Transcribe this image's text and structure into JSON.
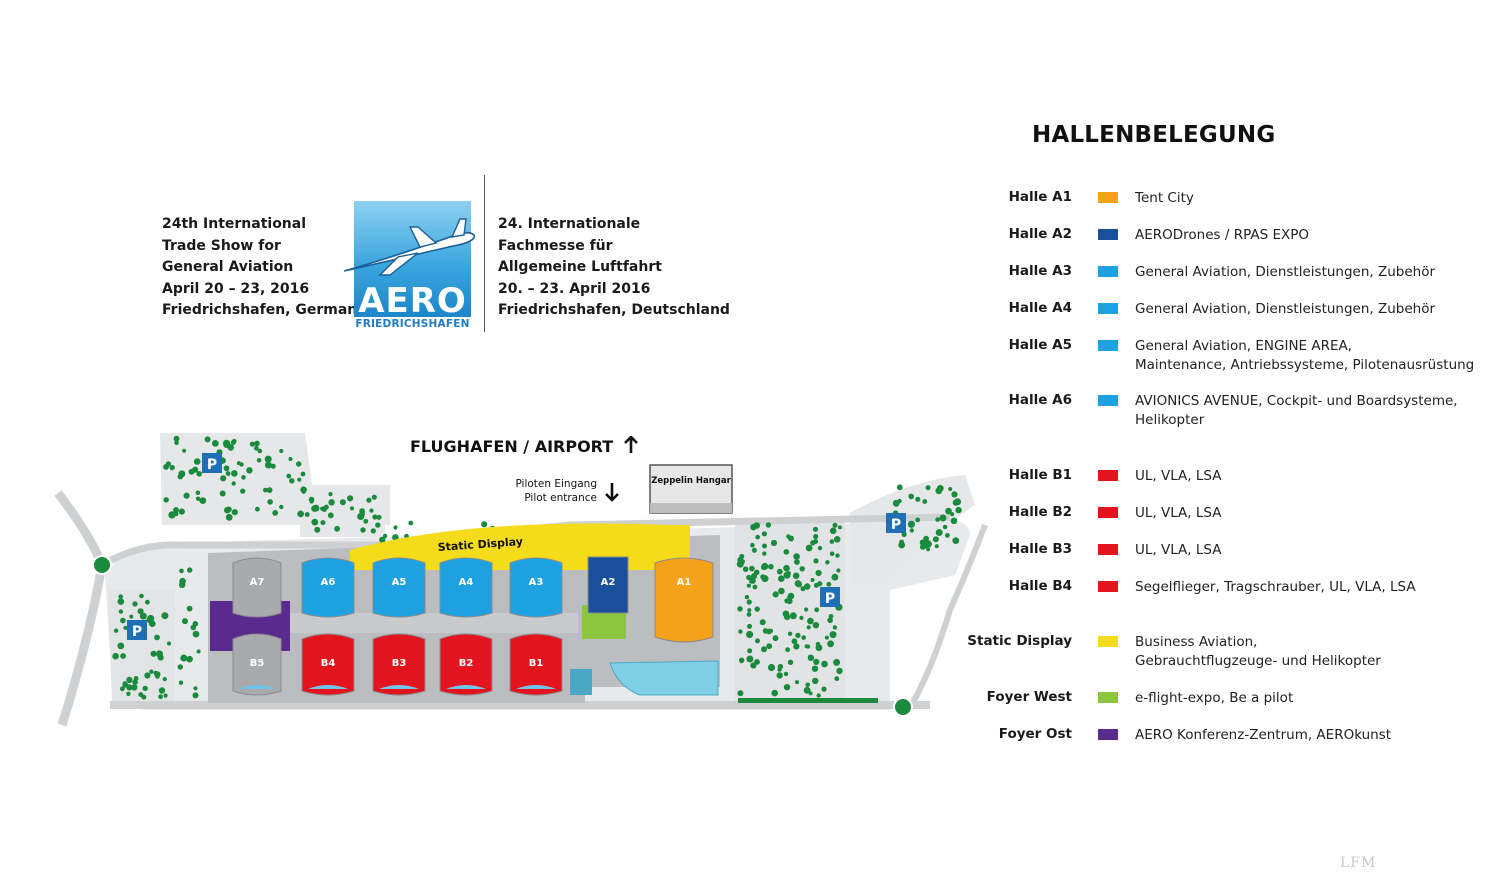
{
  "header": {
    "english_lines": [
      "24th International",
      "Trade Show for",
      "General Aviation",
      "April 20 – 23, 2016",
      "Friedrichshafen, Germany"
    ],
    "german_lines": [
      "24. Internationale",
      "Fachmesse für",
      "Allgemeine Luftfahrt",
      "20. – 23. April 2016",
      "Friedrichshafen, Deutschland"
    ],
    "logo_word": "AERO",
    "logo_sub": "FRIEDRICHSHAFEN"
  },
  "map": {
    "airport_label": "FLUGHAFEN / AIRPORT",
    "pilot_entrance_lines": [
      "Piloten Eingang",
      "Pilot entrance"
    ],
    "zeppelin_hangar": "Zeppelin Hangar",
    "static_display": "Static Display",
    "parking_label": "P",
    "halls_top": [
      "A7",
      "A6",
      "A5",
      "A4",
      "A3",
      "A2",
      "A1"
    ],
    "halls_bottom": [
      "B5",
      "B4",
      "B3",
      "B2",
      "B1"
    ]
  },
  "legend": {
    "title": "HALLENBELEGUNG",
    "rows": [
      {
        "name": "Halle A1",
        "color": "#f5a21b",
        "lines": [
          "Tent City"
        ]
      },
      {
        "name": "Halle A2",
        "color": "#1a4f9c",
        "lines": [
          "AERODrones / RPAS EXPO"
        ]
      },
      {
        "name": "Halle A3",
        "color": "#1ea1e0",
        "lines": [
          "General Aviation, Dienstleistungen, Zubehör"
        ]
      },
      {
        "name": "Halle A4",
        "color": "#1ea1e0",
        "lines": [
          "General Aviation, Dienstleistungen, Zubehör"
        ]
      },
      {
        "name": "Halle A5",
        "color": "#1ea1e0",
        "lines": [
          "General Aviation, ENGINE AREA,",
          "Maintenance, Antriebssysteme, Pilotenausrüstung"
        ]
      },
      {
        "name": "Halle A6",
        "color": "#1ea1e0",
        "lines": [
          "AVIONICS AVENUE, Cockpit- und Boardsysteme,",
          "Helikopter"
        ]
      },
      {
        "name": "Halle B1",
        "color": "#e3141e",
        "lines": [
          "UL, VLA, LSA"
        ]
      },
      {
        "name": "Halle B2",
        "color": "#e3141e",
        "lines": [
          "UL, VLA, LSA"
        ]
      },
      {
        "name": "Halle B3",
        "color": "#e3141e",
        "lines": [
          "UL, VLA, LSA"
        ]
      },
      {
        "name": "Halle B4",
        "color": "#e3141e",
        "lines": [
          "Segelflieger, Tragschrauber, UL, VLA, LSA"
        ]
      },
      {
        "name": "Static Display",
        "color": "#f4dc1a",
        "lines": [
          "Business Aviation,",
          "Gebrauchtflugzeuge- und Helikopter"
        ]
      },
      {
        "name": "Foyer West",
        "color": "#8cc63e",
        "lines": [
          "e-flight-expo, Be a pilot"
        ]
      },
      {
        "name": "Foyer Ost",
        "color": "#5b2a8f",
        "lines": [
          "AERO Konferenz-Zentrum, AEROkunst"
        ]
      }
    ]
  },
  "watermark": "LFM",
  "colors": {
    "hall_blue": "#1ea1e0",
    "hall_darkblue": "#1a4f9c",
    "hall_orange": "#f5a21b",
    "hall_red": "#e3141e",
    "hall_grey": "#a9aaad",
    "static_yellow": "#f4dc1a",
    "foyer_green": "#8cc63e",
    "foyer_purple": "#5b2a8f",
    "tree_green": "#1a8a3c"
  }
}
